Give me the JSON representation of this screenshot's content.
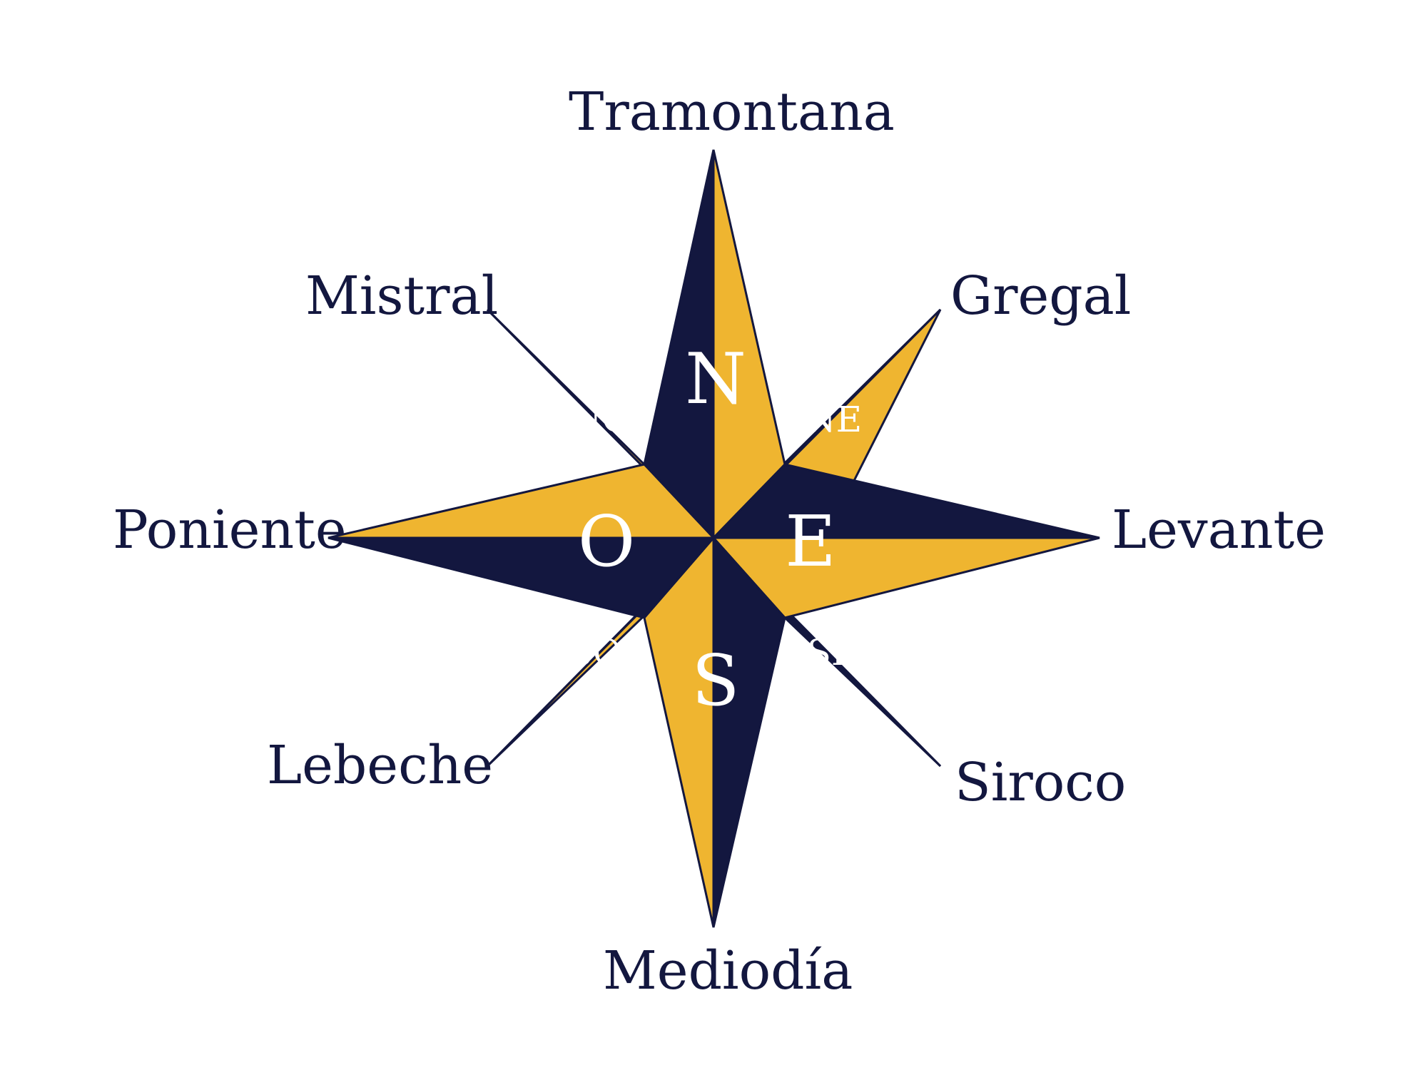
{
  "colors": {
    "navy": "#13173F",
    "gold": "#EFB530",
    "background": "#FFFFFF",
    "cardinal_text": "#FFFFFF"
  },
  "winds": {
    "north": "Tramontana",
    "northeast": "Gregal",
    "east": "Levante",
    "southeast": "Siroco",
    "south": "Mediodía",
    "southwest": "Lebeche",
    "west": "Poniente",
    "northwest": "Mistral"
  },
  "directions": {
    "n": "N",
    "e": "E",
    "s": "S",
    "o": "O",
    "ne": "NE",
    "se": "SE",
    "so": "SO",
    "no": "NO"
  }
}
